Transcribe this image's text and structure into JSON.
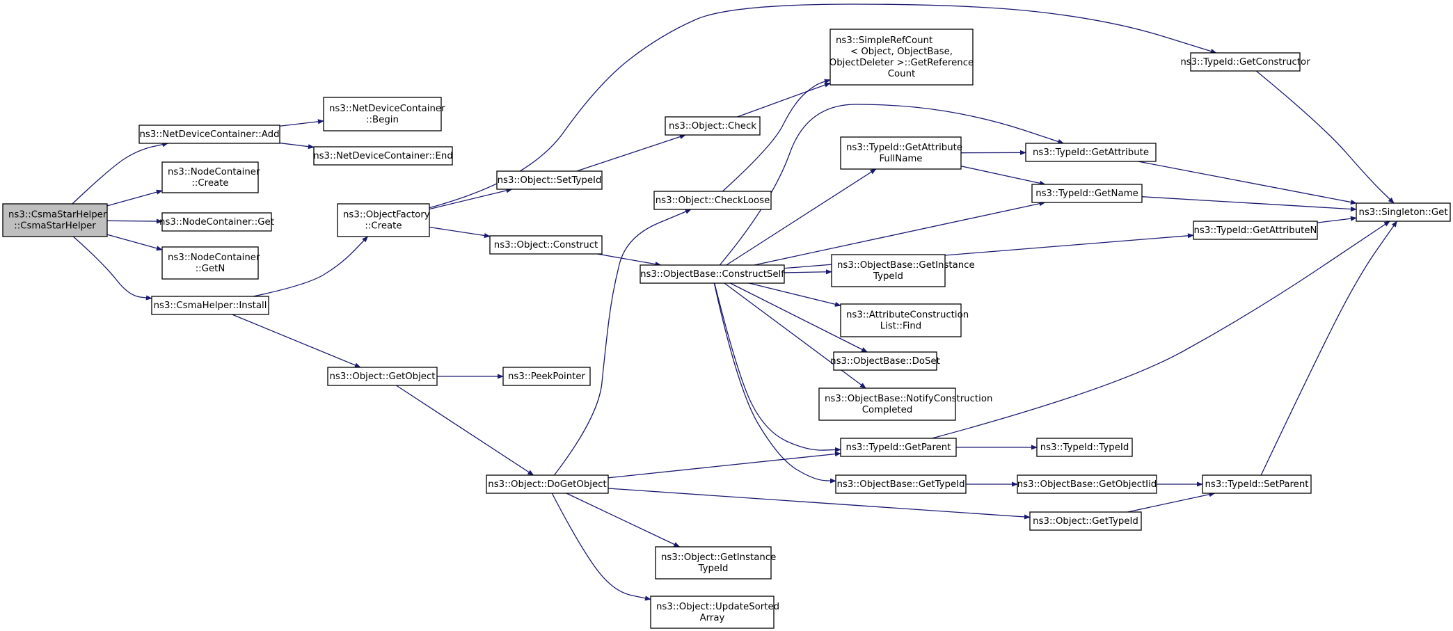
{
  "colors": {
    "edge": "#191970",
    "root_fill": "#bfbfbf",
    "node_fill": "#ffffff",
    "node_border": "#000000"
  },
  "nodes": [
    {
      "id": "n1",
      "lines": [
        "ns3::CsmaStarHelper",
        "::CsmaStarHelper"
      ],
      "root": true
    },
    {
      "id": "n2",
      "lines": [
        "ns3::NetDeviceContainer::Add"
      ]
    },
    {
      "id": "n3",
      "lines": [
        "ns3::NodeContainer",
        "::Create"
      ]
    },
    {
      "id": "n4",
      "lines": [
        "ns3::NodeContainer::Get"
      ]
    },
    {
      "id": "n5",
      "lines": [
        "ns3::NodeContainer",
        "::GetN"
      ]
    },
    {
      "id": "n6",
      "lines": [
        "ns3::CsmaHelper::Install"
      ]
    },
    {
      "id": "n7",
      "lines": [
        "ns3::NetDeviceContainer",
        "::Begin"
      ]
    },
    {
      "id": "n8",
      "lines": [
        "ns3::NetDeviceContainer::End"
      ]
    },
    {
      "id": "n9",
      "lines": [
        "ns3::ObjectFactory",
        "::Create"
      ]
    },
    {
      "id": "n10",
      "lines": [
        "ns3::Object::GetObject"
      ]
    },
    {
      "id": "n11",
      "lines": [
        "ns3::PeekPointer"
      ]
    },
    {
      "id": "n12",
      "lines": [
        "ns3::Object::SetTypeId"
      ]
    },
    {
      "id": "n13",
      "lines": [
        "ns3::Object::Construct"
      ]
    },
    {
      "id": "n14",
      "lines": [
        "ns3::Object::DoGetObject"
      ]
    },
    {
      "id": "n15",
      "lines": [
        "ns3::Object::Check"
      ]
    },
    {
      "id": "n16",
      "lines": [
        "ns3::Object::CheckLoose"
      ]
    },
    {
      "id": "n17",
      "lines": [
        "ns3::ObjectBase::ConstructSelf"
      ]
    },
    {
      "id": "n18",
      "lines": [
        "ns3::Object::GetInstance",
        "TypeId"
      ]
    },
    {
      "id": "n19",
      "lines": [
        "ns3::Object::UpdateSorted",
        "Array"
      ]
    },
    {
      "id": "n20",
      "lines": [
        "ns3::SimpleRefCount",
        "< Object, ObjectBase,",
        "ObjectDeleter >::GetReference",
        "Count"
      ]
    },
    {
      "id": "n21",
      "lines": [
        "ns3::TypeId::GetAttribute",
        "FullName"
      ]
    },
    {
      "id": "n22",
      "lines": [
        "ns3::ObjectBase::GetInstance",
        "TypeId"
      ]
    },
    {
      "id": "n23",
      "lines": [
        "ns3::AttributeConstruction",
        "List::Find"
      ]
    },
    {
      "id": "n24",
      "lines": [
        "ns3::ObjectBase::DoSet"
      ]
    },
    {
      "id": "n25",
      "lines": [
        "ns3::ObjectBase::NotifyConstruction",
        "Completed"
      ]
    },
    {
      "id": "n26",
      "lines": [
        "ns3::TypeId::GetParent"
      ]
    },
    {
      "id": "n27",
      "lines": [
        "ns3::ObjectBase::GetTypeId"
      ]
    },
    {
      "id": "n28",
      "lines": [
        "ns3::TypeId::GetAttribute"
      ]
    },
    {
      "id": "n29",
      "lines": [
        "ns3::TypeId::GetName"
      ]
    },
    {
      "id": "n30",
      "lines": [
        "ns3::TypeId::TypeId"
      ]
    },
    {
      "id": "n31",
      "lines": [
        "ns3::ObjectBase::GetObjectIid"
      ]
    },
    {
      "id": "n32",
      "lines": [
        "ns3::Object::GetTypeId"
      ]
    },
    {
      "id": "n33",
      "lines": [
        "ns3::TypeId::GetConstructor"
      ]
    },
    {
      "id": "n34",
      "lines": [
        "ns3::TypeId::GetAttributeN"
      ]
    },
    {
      "id": "n35",
      "lines": [
        "ns3::TypeId::SetParent"
      ]
    },
    {
      "id": "n36",
      "lines": [
        "ns3::Singleton::Get"
      ]
    }
  ],
  "edges": [
    [
      "n1",
      "n2"
    ],
    [
      "n1",
      "n3"
    ],
    [
      "n1",
      "n4"
    ],
    [
      "n1",
      "n5"
    ],
    [
      "n1",
      "n6"
    ],
    [
      "n2",
      "n7"
    ],
    [
      "n2",
      "n8"
    ],
    [
      "n6",
      "n9"
    ],
    [
      "n6",
      "n10"
    ],
    [
      "n9",
      "n33"
    ],
    [
      "n9",
      "n12"
    ],
    [
      "n9",
      "n13"
    ],
    [
      "n10",
      "n11"
    ],
    [
      "n10",
      "n14"
    ],
    [
      "n12",
      "n15"
    ],
    [
      "n13",
      "n17"
    ],
    [
      "n14",
      "n16"
    ],
    [
      "n14",
      "n26"
    ],
    [
      "n14",
      "n32"
    ],
    [
      "n14",
      "n18"
    ],
    [
      "n14",
      "n19"
    ],
    [
      "n15",
      "n20"
    ],
    [
      "n16",
      "n20"
    ],
    [
      "n17",
      "n28"
    ],
    [
      "n17",
      "n21"
    ],
    [
      "n17",
      "n29"
    ],
    [
      "n17",
      "n34"
    ],
    [
      "n17",
      "n22"
    ],
    [
      "n17",
      "n23"
    ],
    [
      "n17",
      "n24"
    ],
    [
      "n17",
      "n25"
    ],
    [
      "n17",
      "n26"
    ],
    [
      "n17",
      "n27"
    ],
    [
      "n21",
      "n28"
    ],
    [
      "n21",
      "n29"
    ],
    [
      "n26",
      "n30"
    ],
    [
      "n26",
      "n36"
    ],
    [
      "n27",
      "n31"
    ],
    [
      "n31",
      "n35"
    ],
    [
      "n32",
      "n35"
    ],
    [
      "n28",
      "n36"
    ],
    [
      "n29",
      "n36"
    ],
    [
      "n33",
      "n36"
    ],
    [
      "n34",
      "n36"
    ],
    [
      "n35",
      "n36"
    ]
  ]
}
